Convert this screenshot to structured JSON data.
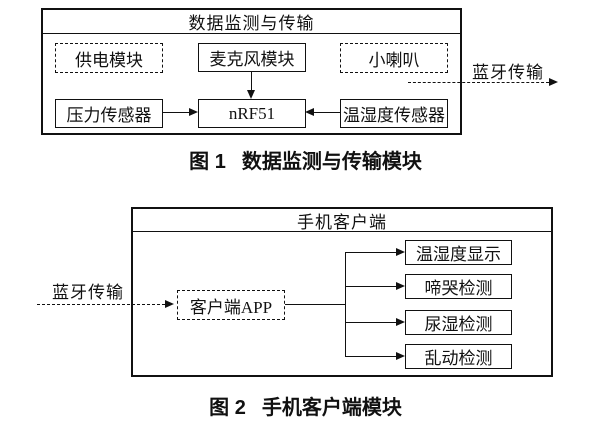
{
  "page": {
    "background": "#ffffff",
    "ink_color": "#111111"
  },
  "figure1": {
    "container_title": "数据监测与传输",
    "boxes": {
      "power": "供电模块",
      "microphone": "麦克风模块",
      "speaker": "小喇叭",
      "pressure_sensor": "压力传感器",
      "chip": "nRF51",
      "temp_humidity_sensor": "温湿度传感器"
    },
    "bluetooth_label": "蓝牙传输",
    "caption_number": "图 1",
    "caption_text": "数据监测与传输模块"
  },
  "figure2": {
    "container_title": "手机客户端",
    "app_label": "客户端APP",
    "outputs": [
      "温湿度显示",
      "啼哭检测",
      "尿湿检测",
      "乱动检测"
    ],
    "bluetooth_label": "蓝牙传输",
    "caption_number": "图 2",
    "caption_text": "手机客户端模块"
  }
}
